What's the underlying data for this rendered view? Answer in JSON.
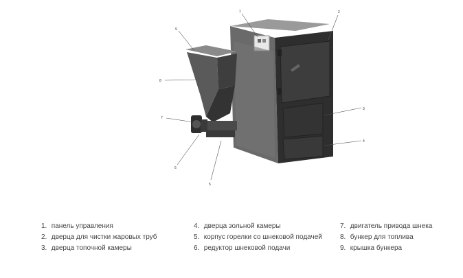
{
  "callouts": [
    "1",
    "2",
    "3",
    "4",
    "5",
    "6",
    "7",
    "8",
    "9"
  ],
  "legend": {
    "col1": [
      {
        "num": "1.",
        "text": "панель управления"
      },
      {
        "num": "2.",
        "text": "дверца для чистки жаровых труб"
      },
      {
        "num": "3.",
        "text": "дверца топочной камеры"
      }
    ],
    "col2": [
      {
        "num": "4.",
        "text": "дверца зольной камеры"
      },
      {
        "num": "5.",
        "text": "корпус горелки со шнековой подачей"
      },
      {
        "num": "6.",
        "text": "редуктор шнековой подачи"
      }
    ],
    "col3": [
      {
        "num": "7.",
        "text": "двигатель привода шнека"
      },
      {
        "num": "8.",
        "text": "бункер для топлива"
      },
      {
        "num": "9.",
        "text": "крышка бункера"
      }
    ]
  },
  "colors": {
    "body_dark": "#3a3a3a",
    "body_mid": "#5a5a5a",
    "body_light": "#8a8a8a",
    "leader": "#555555"
  }
}
